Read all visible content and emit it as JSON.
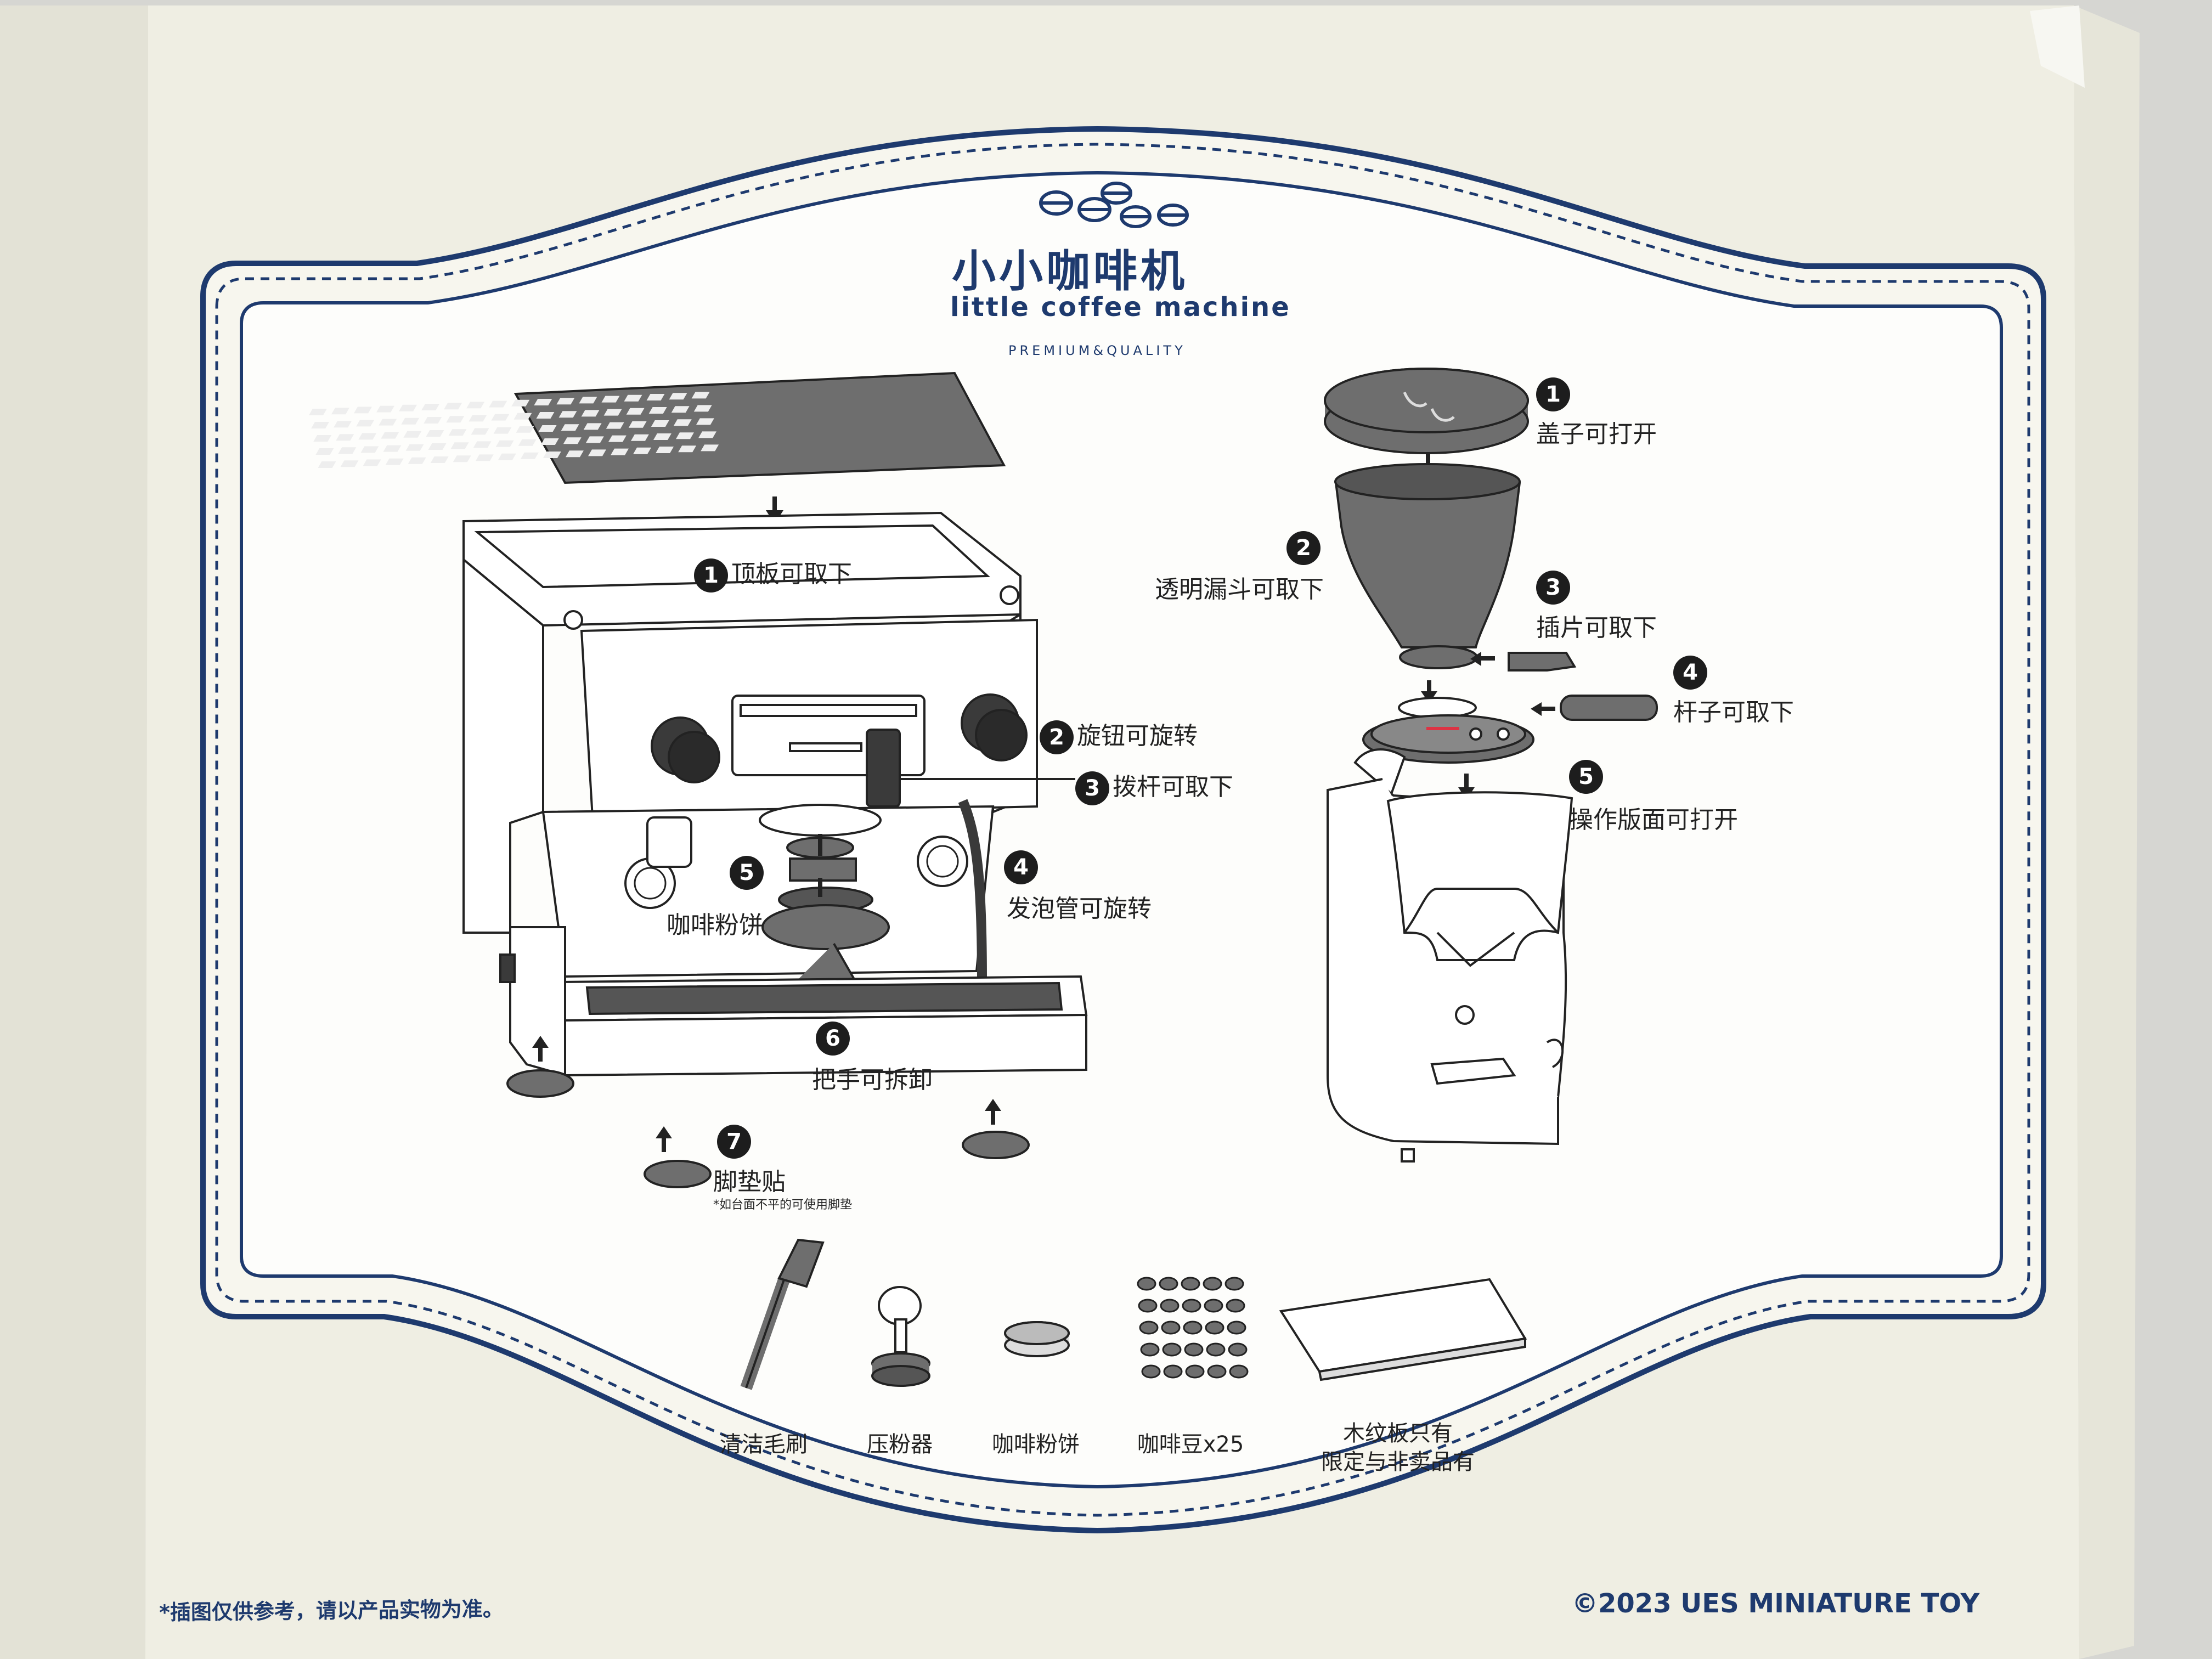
{
  "brand": {
    "title_cn": "小小咖啡机",
    "title_en": "little coffee machine",
    "tagline": "PREMIUM&QUALITY"
  },
  "coffee_machine": {
    "items": [
      {
        "num": "1",
        "label": "顶板可取下"
      },
      {
        "num": "2",
        "label": "旋钮可旋转"
      },
      {
        "num": "3",
        "label": "拨杆可取下"
      },
      {
        "num": "4",
        "label": "发泡管可旋转"
      },
      {
        "num": "5",
        "label": "咖啡粉饼"
      },
      {
        "num": "6",
        "label": "把手可拆卸"
      },
      {
        "num": "7",
        "label": "脚垫贴"
      }
    ],
    "foot_note": "*如台面不平的可使用脚垫"
  },
  "grinder": {
    "items": [
      {
        "num": "1",
        "label": "盖子可打开"
      },
      {
        "num": "2",
        "label": "透明漏斗可取下"
      },
      {
        "num": "3",
        "label": "插片可取下"
      },
      {
        "num": "4",
        "label": "杆子可取下"
      },
      {
        "num": "5",
        "label": "操作版面可打开"
      }
    ]
  },
  "accessories": [
    {
      "label": "清洁毛刷"
    },
    {
      "label": "压粉器"
    },
    {
      "label": "咖啡粉饼"
    },
    {
      "label": "咖啡豆x25"
    },
    {
      "label": "木纹板只有",
      "label2": "限定与非卖品有"
    }
  ],
  "footer": {
    "disclaimer": "*插图仅供参考，请以产品实物为准。",
    "copyright": "©2023 UES MINIATURE TOY"
  },
  "colors": {
    "card": "#efeee3",
    "panel": "#fdfdfb",
    "border_navy": "#1e3a6e",
    "ink": "#222222",
    "part_grey": "#6e6e6e",
    "dark_part": "#3a3a3a"
  }
}
